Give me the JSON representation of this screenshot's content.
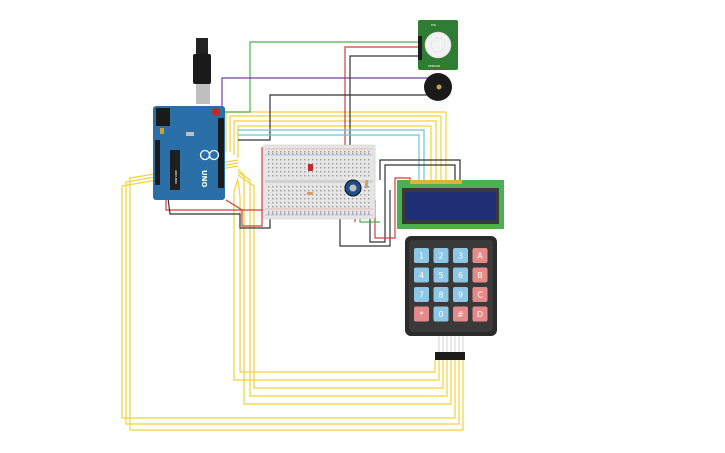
{
  "board": {
    "logo_text": "UNO",
    "brand_text": "ARDUINO"
  },
  "pir_sensor": {
    "label_top": "PIR",
    "label_bottom": "SENSOR"
  },
  "keypad": {
    "rows": [
      [
        "1",
        "2",
        "3",
        "A"
      ],
      [
        "4",
        "5",
        "6",
        "B"
      ],
      [
        "7",
        "8",
        "9",
        "C"
      ],
      [
        "*",
        "0",
        "#",
        "D"
      ]
    ]
  },
  "colors": {
    "wire_yellow": "#f2d23a",
    "wire_green": "#4caf50",
    "wire_red": "#d43b3b",
    "wire_purple": "#7b3fa0",
    "wire_black": "#333333",
    "wire_cyan": "#6cc4d6",
    "board_blue": "#2a6fa8",
    "key_blue": "#8ec6e6",
    "key_red": "#e58a8a",
    "lcd_green": "#4caf50",
    "lcd_screen": "#1f2f73"
  }
}
